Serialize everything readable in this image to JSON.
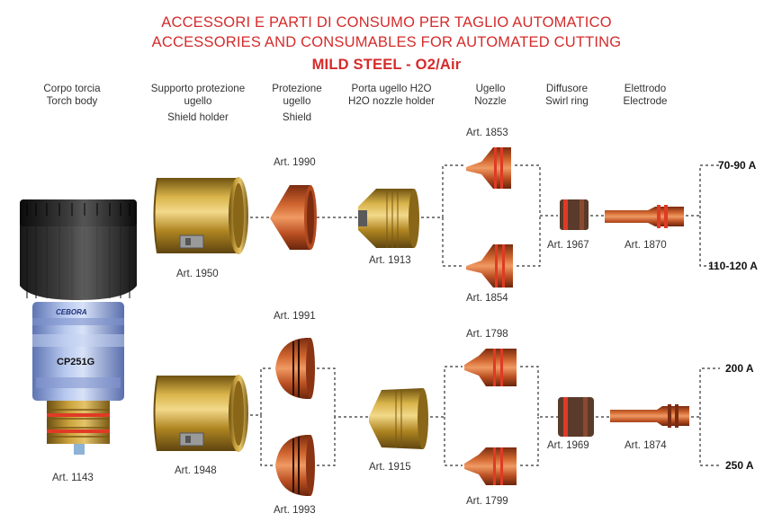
{
  "titles": {
    "line1": "ACCESSORI E PARTI DI CONSUMO PER TAGLIO AUTOMATICO",
    "line2": "ACCESSORIES AND CONSUMABLES FOR AUTOMATED CUTTING",
    "line3": "MILD STEEL - O2/Air"
  },
  "columns": [
    {
      "it": "Corpo torcia",
      "it2": "",
      "en": "Torch body"
    },
    {
      "it": "Supporto protezione",
      "it2": "ugello",
      "en": "Shield holder"
    },
    {
      "it": "Protezione",
      "it2": "ugello",
      "en": "Shield"
    },
    {
      "it": "Porta ugello H2O",
      "it2": "",
      "en": "H2O nozzle holder"
    },
    {
      "it": "Ugello",
      "it2": "",
      "en": "Nozzle"
    },
    {
      "it": "Diffusore",
      "it2": "",
      "en": "Swirl ring"
    },
    {
      "it": "Elettrodo",
      "it2": "",
      "en": "Electrode"
    }
  ],
  "torch": {
    "model": "CP251G",
    "brand": "CEBORA",
    "art": "Art. 1143"
  },
  "upper": {
    "shield_holder": "Art. 1950",
    "shield": "Art. 1990",
    "nozzle_holder": "Art. 1913",
    "nozzle_a": "Art. 1853",
    "nozzle_b": "Art. 1854",
    "swirl_ring": "Art. 1967",
    "electrode": "Art. 1870",
    "amp_a": "70-90 A",
    "amp_b": "110-120 A"
  },
  "lower": {
    "shield_holder": "Art. 1948",
    "shield_a": "Art. 1991",
    "shield_b": "Art. 1993",
    "nozzle_holder": "Art. 1915",
    "nozzle_a": "Art. 1798",
    "nozzle_b": "Art. 1799",
    "swirl_ring": "Art. 1969",
    "electrode": "Art. 1874",
    "amp_a": "200 A",
    "amp_b": "250 A"
  },
  "colors": {
    "title": "#d52b2b",
    "brass": "#b8902a",
    "copper": "#c5562b",
    "torch_blue": "#9fb4df"
  }
}
